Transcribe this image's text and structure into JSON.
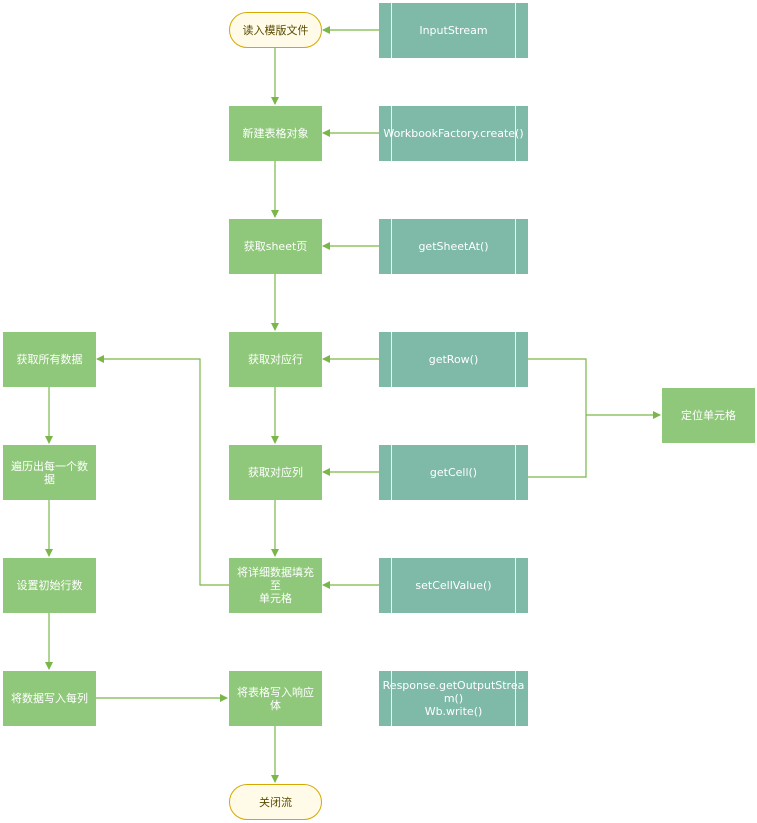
{
  "nodes": {
    "read_template": "读入模版文件",
    "new_workbook": "新建表格对象",
    "get_sheet": "获取sheet页",
    "get_row": "获取对应行",
    "get_col": "获取对应列",
    "fill_cell": "将详细数据填充至\n单元格",
    "write_response": "将表格写入响应体",
    "close_stream": "关闭流",
    "get_all_data": "获取所有数据",
    "iterate_data": "遍历出每一个数据",
    "set_start_row": "设置初始行数",
    "write_each_col": "将数据写入每列",
    "locate_cell": "定位单元格",
    "inputstream": "InputStream",
    "workbookfactory": "WorkbookFactory.create()",
    "getsheetat": "getSheetAt()",
    "getrow": "getRow()",
    "getcell": "getCell()",
    "setcellvalue": "setCellValue()",
    "response_output": "Response.getOutputStrea\nm()\nWb.write()"
  },
  "colors": {
    "process": "#8fc87a",
    "api": "#7fb9a7",
    "terminal_fill": "#fffbe8",
    "terminal_border": "#d6a800",
    "arrow": "#7ab648"
  }
}
